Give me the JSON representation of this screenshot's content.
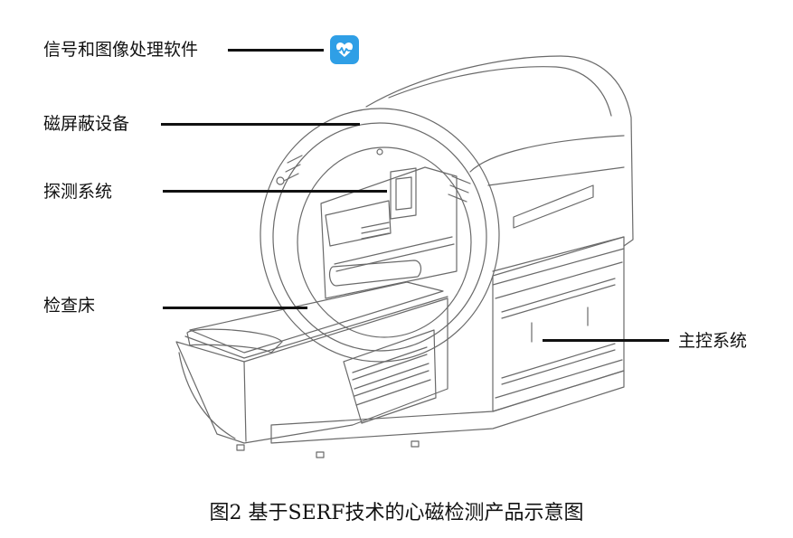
{
  "labels": {
    "software": "信号和图像处理软件",
    "shield": "磁屏蔽设备",
    "probe": "探测系统",
    "bed": "检查床",
    "control": "主控系统"
  },
  "caption": "图2  基于SERF技术的心磁检测产品示意图",
  "icons": {
    "software_icon": "heart-ecg-icon"
  },
  "colors": {
    "line": "#111111",
    "icon_bg": "#2f9fe6"
  }
}
